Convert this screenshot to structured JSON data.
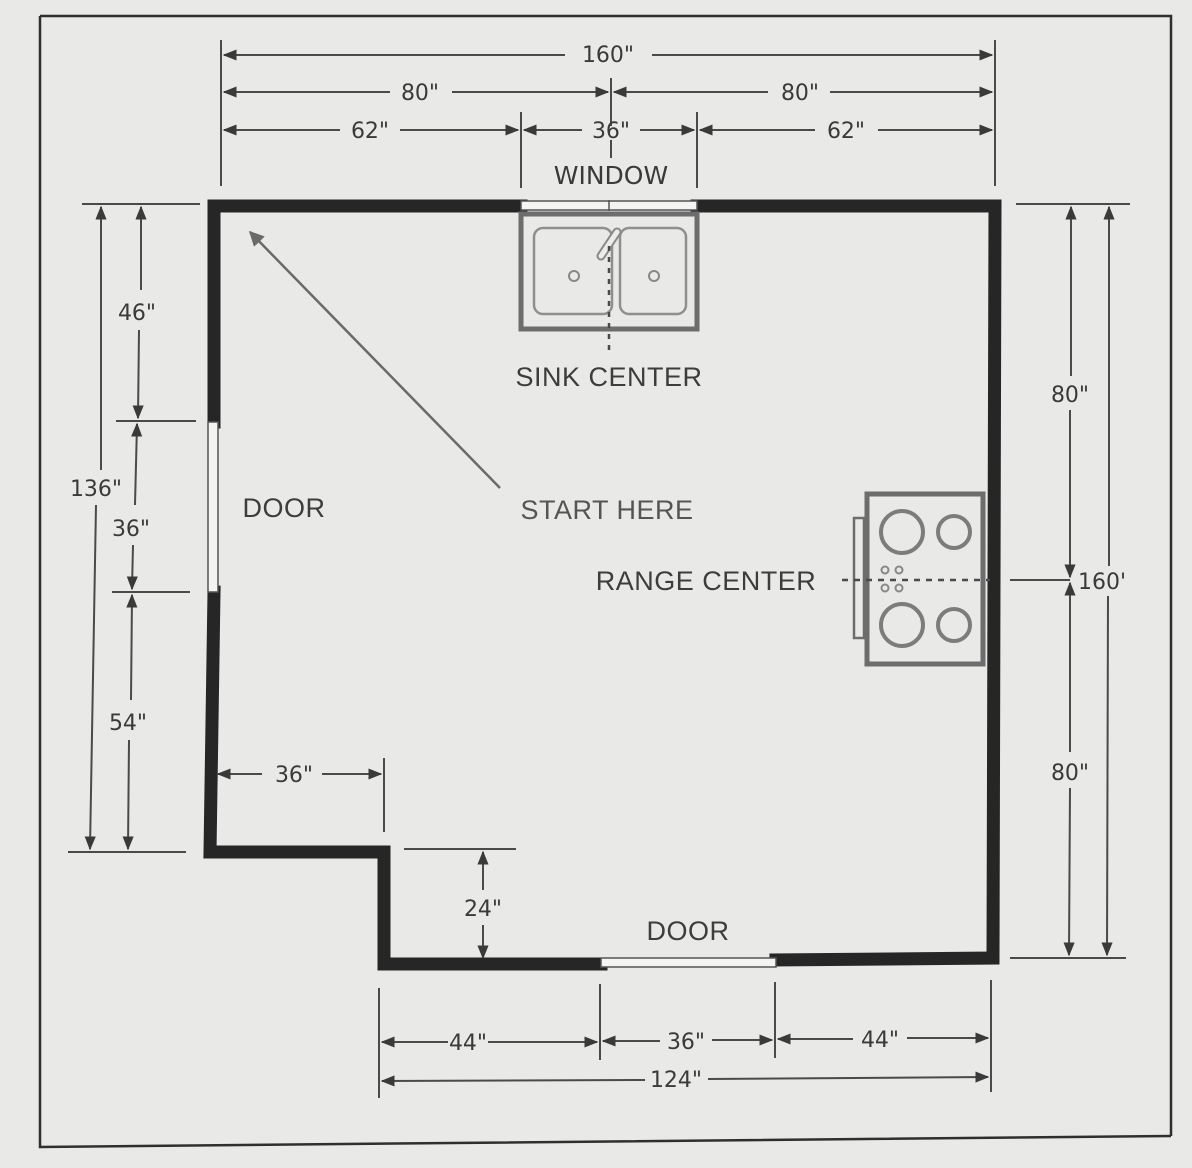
{
  "diagram": {
    "type": "kitchen floor plan",
    "units": "inches",
    "colors": {
      "background": "#e9e9e7",
      "wall": "#262626",
      "dimension_line": "#4a4a4a",
      "appliance_outline": "#6d6d6d",
      "label_text": "#3d3d3d"
    }
  },
  "labels": {
    "window": "WINDOW",
    "sink_center": "SINK CENTER",
    "start_here": "START HERE",
    "door_left": "DOOR",
    "door_bottom": "DOOR",
    "range_center": "RANGE CENTER"
  },
  "dimensions": {
    "top": {
      "overall": "160\"",
      "half_left": "80\"",
      "half_right": "80\"",
      "left_segment": "62\"",
      "window_width": "36\"",
      "right_segment": "62\""
    },
    "left": {
      "overall": "136\"",
      "top_segment": "46\"",
      "door_width": "36\"",
      "bottom_segment": "54\""
    },
    "right": {
      "overall": "160'",
      "upper_half": "80\"",
      "lower_half": "80\""
    },
    "notch": {
      "width": "36\"",
      "depth": "24\""
    },
    "bottom": {
      "overall": "124\"",
      "left_segment": "44\"",
      "door_width": "36\"",
      "right_segment": "44\""
    }
  },
  "elements": [
    {
      "name": "Window",
      "wall": "top",
      "width": "36\""
    },
    {
      "name": "Double sink",
      "wall": "top",
      "centered_on": "window"
    },
    {
      "name": "Range",
      "wall": "right",
      "centered_at": "80\" from top"
    },
    {
      "name": "Door",
      "wall": "left",
      "width": "36\""
    },
    {
      "name": "Door",
      "wall": "bottom",
      "width": "36\""
    }
  ]
}
